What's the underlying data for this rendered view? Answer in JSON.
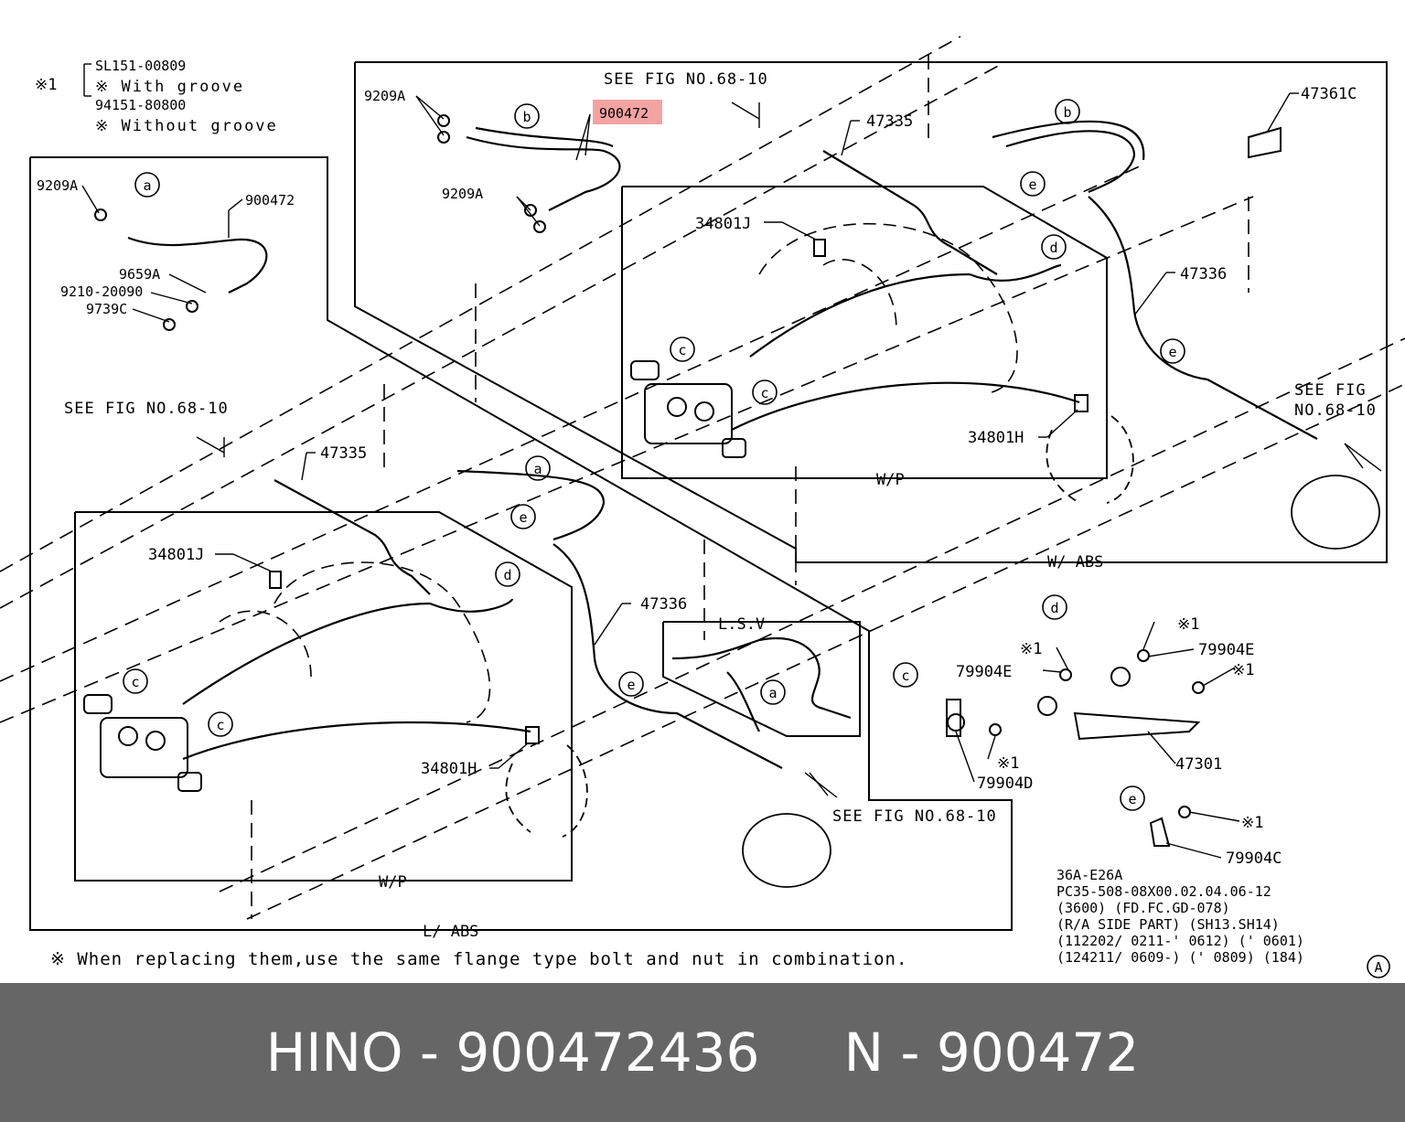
{
  "legend": {
    "mark": "※1",
    "opt1_code": "SL151-00809",
    "opt1_text": "※ With groove",
    "opt2_code": "94151-80800",
    "opt2_text": "※ Without groove"
  },
  "refs": {
    "see_fig": "SEE FIG NO.68-10",
    "see_fig_l1": "SEE FIG",
    "see_fig_l2": "NO.68-10"
  },
  "parts": {
    "p9209A": "9209A",
    "p900472": "900472",
    "p9659A": "9659A",
    "p921020090": "9210-20090",
    "p9739C": "9739C",
    "p47335": "47335",
    "p34801J": "34801J",
    "p34801H": "34801H",
    "p47336": "47336",
    "p47361C": "47361C",
    "p79904E": "79904E",
    "p79904D": "79904D",
    "p79904C": "79904C",
    "p47301": "47301",
    "x1": "※1"
  },
  "circles": {
    "a": "a",
    "b": "b",
    "c": "c",
    "d": "d",
    "e": "e",
    "A": "A"
  },
  "boxes": {
    "wp": "W/P",
    "w_abs": "W/ ABS",
    "l_abs": "L/ ABS",
    "lsv": "L.S.V"
  },
  "info": {
    "line1": "36A-E26A",
    "line2": "PC35-508-08X00.02.04.06-12",
    "line3": "(3600) (FD.FC.GD-078)",
    "line4": "(R/A SIDE PART) (SH13.SH14)",
    "line5": "(112202/ 0211-' 0612) (' 0601)",
    "line6": "(124211/ 0609-) (' 0809) (184)"
  },
  "footnote": "※ When replacing them,use the same flange type bolt and nut in combination.",
  "footer": {
    "brand_part": "HINO - 900472436",
    "number": "N - 900472"
  },
  "colors": {
    "highlight": "#f4a3a3",
    "footer_bg": "#666666",
    "footer_text": "#ffffff"
  }
}
